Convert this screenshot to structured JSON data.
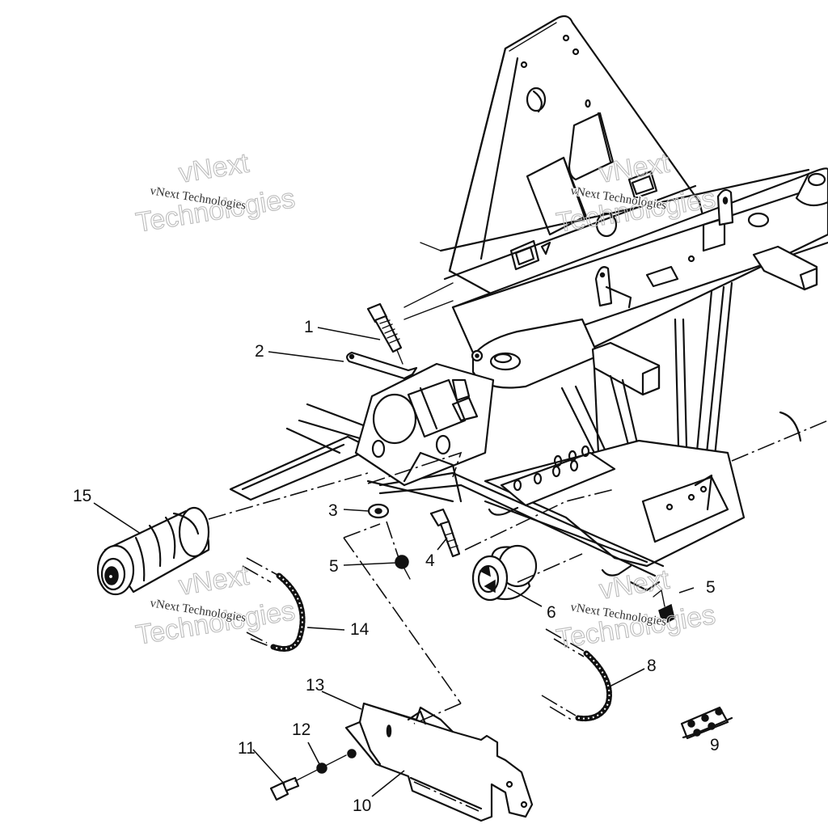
{
  "diagram": {
    "type": "exploded-parts-diagram",
    "subject": "front frame / chaincase assembly",
    "callouts": [
      {
        "number": "1",
        "part": "bolt"
      },
      {
        "number": "2",
        "part": "bracket"
      },
      {
        "number": "3",
        "part": "washer"
      },
      {
        "number": "4",
        "part": "bolt"
      },
      {
        "number": "5",
        "part": "nut"
      },
      {
        "number": "5",
        "part": "nut"
      },
      {
        "number": "6",
        "part": "sprocket"
      },
      {
        "number": "8",
        "part": "chain"
      },
      {
        "number": "9",
        "part": "master link"
      },
      {
        "number": "10",
        "part": "chain guard"
      },
      {
        "number": "11",
        "part": "screw"
      },
      {
        "number": "12",
        "part": "lock washer"
      },
      {
        "number": "13",
        "part": "guard edge"
      },
      {
        "number": "14",
        "part": "chain"
      },
      {
        "number": "15",
        "part": "drum sprocket"
      }
    ]
  },
  "watermarks": [
    {
      "small": "vNext Technologies",
      "big_line1": "vNext",
      "big_line2": "Technologies"
    },
    {
      "small": "vNext Technologies",
      "big_line1": "vNext",
      "big_line2": "Technologies"
    },
    {
      "small": "vNext Technologies",
      "big_line1": "vNext",
      "big_line2": "Technologies"
    },
    {
      "small": "vNext Technologies",
      "big_line1": "vNext",
      "big_line2": "Technologies"
    }
  ]
}
